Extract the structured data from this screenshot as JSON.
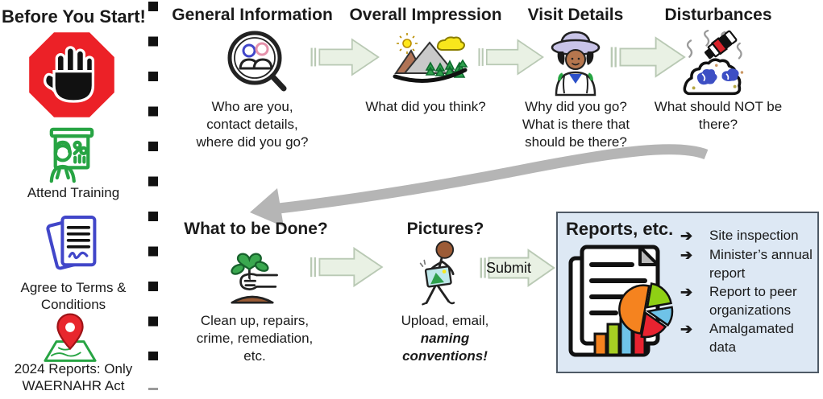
{
  "sidebar": {
    "title": "Before You Start!",
    "items": [
      {
        "icon": "stop-hand-icon"
      },
      {
        "icon": "attend-training-icon",
        "label": "Attend Training"
      },
      {
        "icon": "terms-documents-icon",
        "label": "Agree to Terms & Conditions"
      },
      {
        "icon": "map-pin-icon",
        "label": "2024 Reports: Only WAERNAHR Act"
      }
    ]
  },
  "flow_top": [
    {
      "title": "General Information",
      "icon": "magnifier-people-icon",
      "description": "Who are you, contact details, where did you go?"
    },
    {
      "title": "Overall Impression",
      "icon": "landscape-icon",
      "description": "What did you think?"
    },
    {
      "title": "Visit Details",
      "icon": "visitor-icon",
      "description": "Why did you go? What is there that should be there?"
    },
    {
      "title": "Disturbances",
      "icon": "trash-pile-icon",
      "description": "What should NOT be there?"
    }
  ],
  "flow_bottom": [
    {
      "title": "What to be Done?",
      "icon": "plant-in-hand-icon",
      "description": "Clean up, repairs, crime, remediation, etc."
    },
    {
      "title": "Pictures?",
      "icon": "person-with-photo-icon",
      "description_line1": "Upload, email,",
      "description_emphasis": "naming conventions!"
    }
  ],
  "submit_arrow": {
    "label": "Submit"
  },
  "reports_panel": {
    "title": "Reports, etc.",
    "icon": "documents-charts-icon",
    "bullet_glyph": "➔",
    "items": [
      "Site inspection",
      "Minister’s annual report",
      "Report to peer organizations",
      "Amalgamated data"
    ]
  },
  "colors": {
    "flow_arrow_fill": "#e9f1e4",
    "flow_arrow_stroke": "#b9c9b4",
    "return_arrow_gray": "#b5b5b5",
    "panel_bg": "#dde8f4",
    "panel_border": "#4f5a66",
    "stop_sign_red": "#ec2127",
    "training_green": "#27a443",
    "documents_blue": "#4146c9",
    "pin_red": "#e8262d",
    "map_green": "#27a443"
  }
}
